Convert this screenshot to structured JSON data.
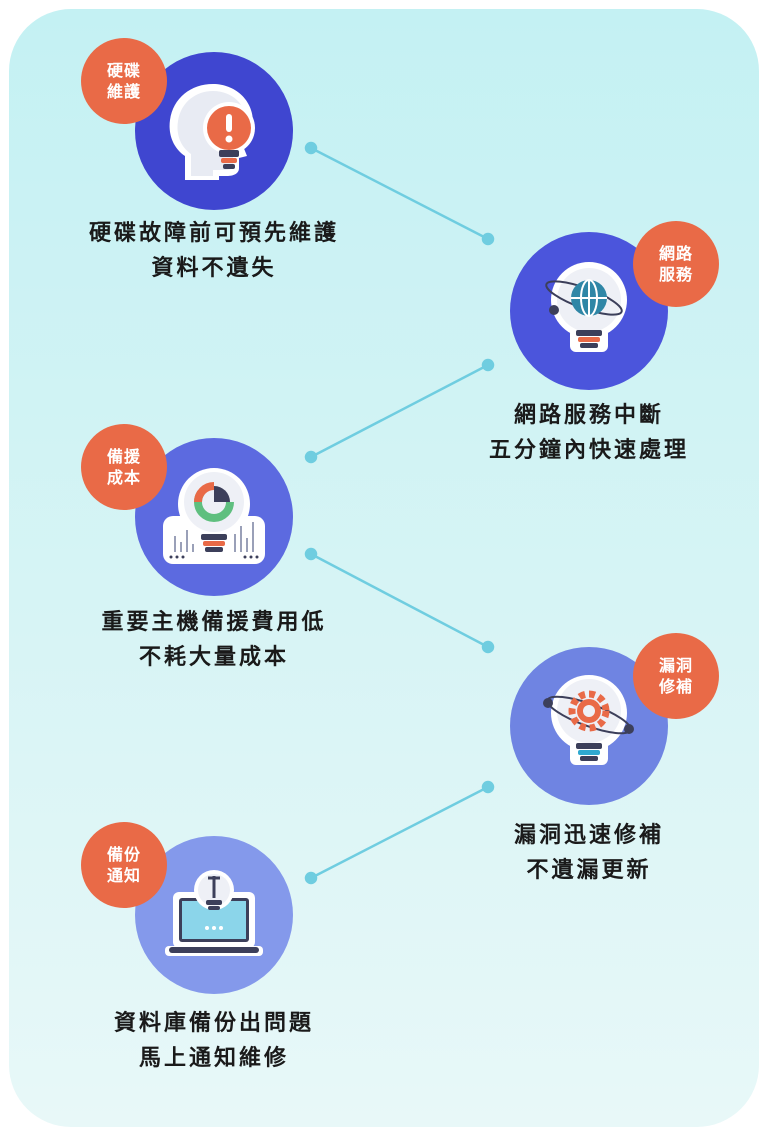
{
  "items": [
    {
      "badge": [
        "硬碟",
        "維護"
      ],
      "caption": [
        "硬碟故障前可預先維護",
        "資料不遺失"
      ],
      "icon": "head-lightbulb-alert-icon",
      "circle_color": "#3f46d0"
    },
    {
      "badge": [
        "網路",
        "服務"
      ],
      "caption": [
        "網路服務中斷",
        "五分鐘內快速處理"
      ],
      "icon": "globe-lightbulb-icon",
      "circle_color": "#4b55dc"
    },
    {
      "badge": [
        "備援",
        "成本"
      ],
      "caption": [
        "重要主機備援費用低",
        "不耗大量成本"
      ],
      "icon": "chart-lightbulb-icon",
      "circle_color": "#5c6ae0"
    },
    {
      "badge": [
        "漏洞",
        "修補"
      ],
      "caption": [
        "漏洞迅速修補",
        "不遺漏更新"
      ],
      "icon": "gear-lightbulb-icon",
      "circle_color": "#6f84e2"
    },
    {
      "badge": [
        "備份",
        "通知"
      ],
      "caption": [
        "資料庫備份出問題",
        "馬上通知維修"
      ],
      "icon": "laptop-lightbulb-icon",
      "circle_color": "#8499eb"
    }
  ],
  "colors": {
    "badge": "#e96a47",
    "connector": "#6fcde0",
    "bulb_base": "#3c3f5a",
    "accent_green": "#5fbf7f"
  }
}
